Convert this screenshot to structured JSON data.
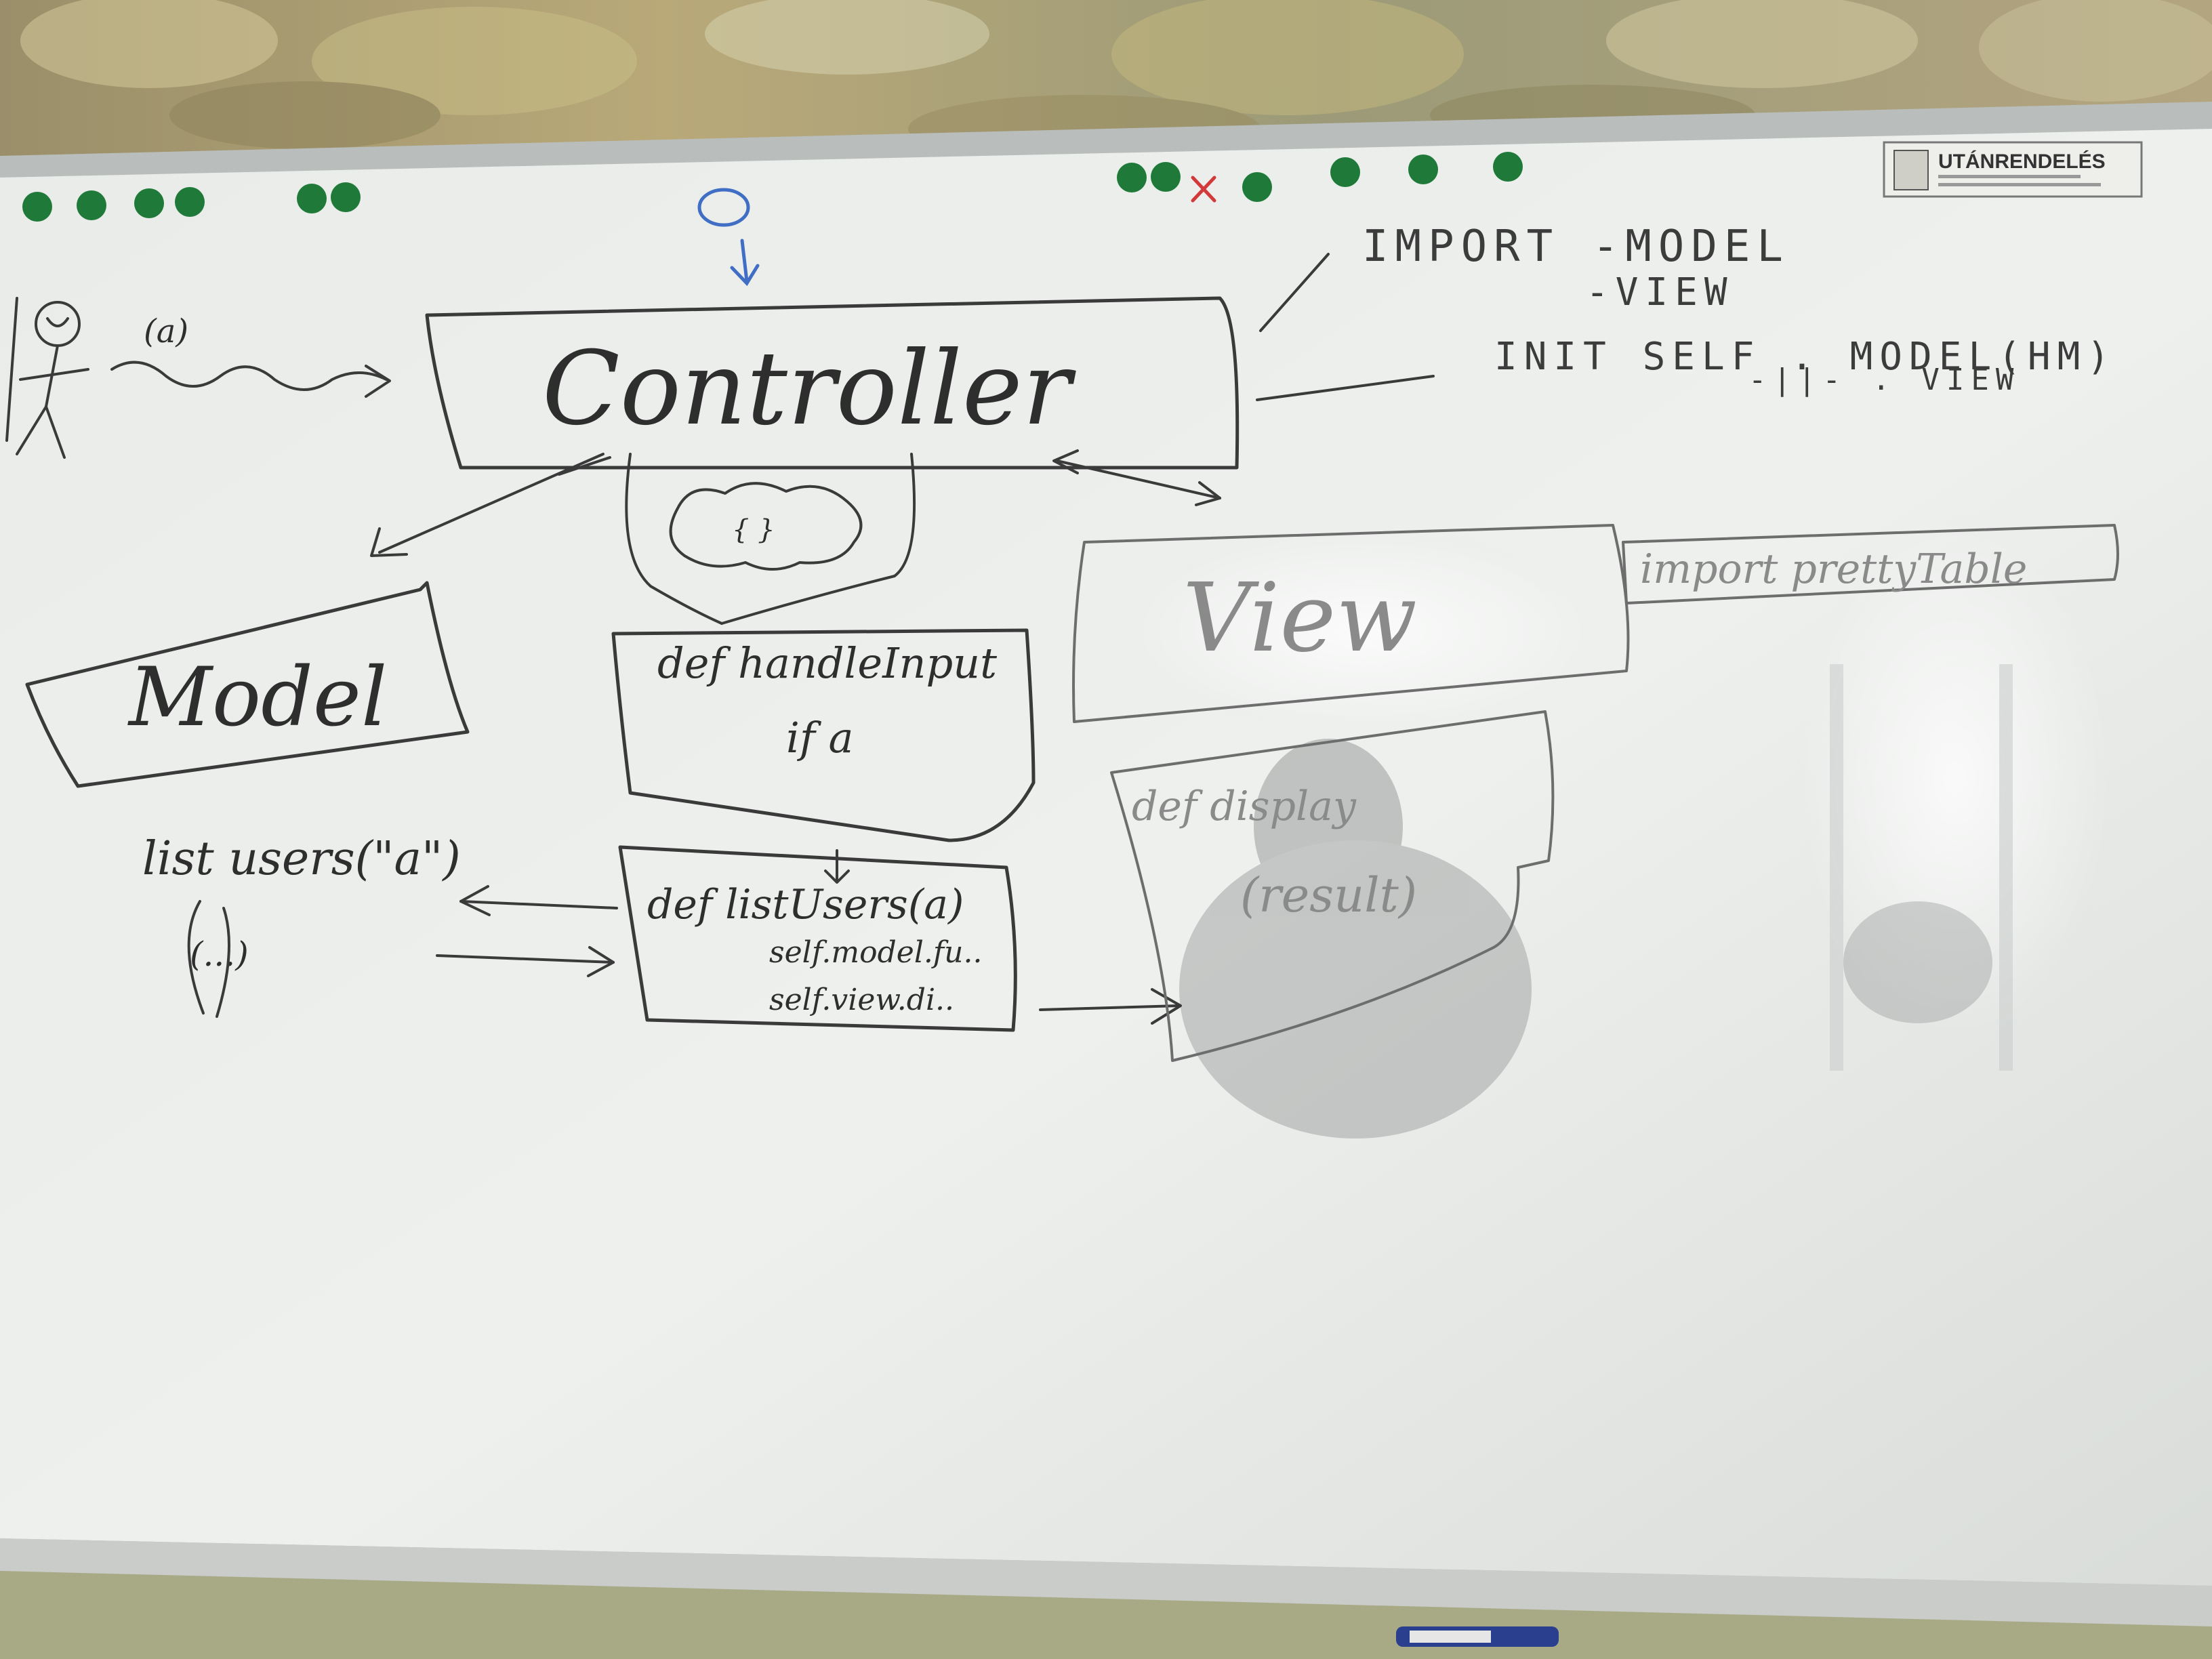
{
  "whiteboard": {
    "sticker": {
      "text": "UTÁNRENDELÉS"
    },
    "actor_input": "(a)",
    "controller": {
      "label": "Controller"
    },
    "model": {
      "label": "Model",
      "call": "list users(\"a\")",
      "call_args": "(...)"
    },
    "view": {
      "label": "View",
      "import": "import prettyTable",
      "display_def": "def display",
      "display_args": "(result)"
    },
    "notes": {
      "import_line": "IMPORT -MODEL",
      "import_view": "-VIEW",
      "init_line": "INIT   SELF . MODEL(HM)",
      "init_view": "-||-  . VIEW"
    },
    "handle_input": {
      "line1": "def handleInput",
      "line2": "if a"
    },
    "list_users": {
      "line1": "def listUsers(a)",
      "line2": "self.model.fu..",
      "line3": "self.view.di.."
    },
    "cloud_text": "{ }"
  }
}
